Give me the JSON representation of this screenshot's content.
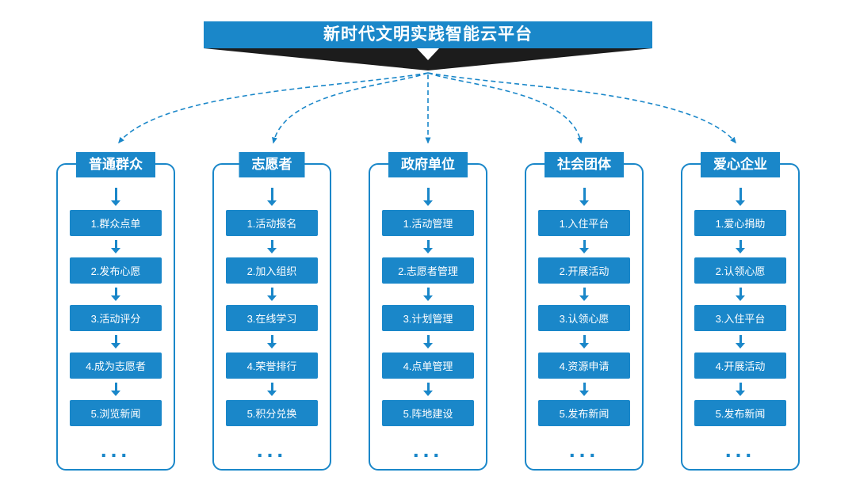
{
  "title": "新时代文明实践智能云平台",
  "ellipsis": "...",
  "colors": {
    "accent": "#1a87c9",
    "banner_shadow": "#1c1c1c",
    "background": "#ffffff"
  },
  "columns": [
    {
      "header": "普通群众",
      "items": [
        "1.群众点单",
        "2.发布心愿",
        "3.活动评分",
        "4.成为志愿者",
        "5.浏览新闻"
      ]
    },
    {
      "header": "志愿者",
      "items": [
        "1.活动报名",
        "2.加入组织",
        "3.在线学习",
        "4.荣誉排行",
        "5.积分兑换"
      ]
    },
    {
      "header": "政府单位",
      "items": [
        "1.活动管理",
        "2.志愿者管理",
        "3.计划管理",
        "4.点单管理",
        "5.阵地建设"
      ]
    },
    {
      "header": "社会团体",
      "items": [
        "1.入住平台",
        "2.开展活动",
        "3.认领心愿",
        "4.资源申请",
        "5.发布新闻"
      ]
    },
    {
      "header": "爱心企业",
      "items": [
        "1.爱心捐助",
        "2.认领心愿",
        "3.入住平台",
        "4.开展活动",
        "5.发布新闻"
      ]
    }
  ]
}
